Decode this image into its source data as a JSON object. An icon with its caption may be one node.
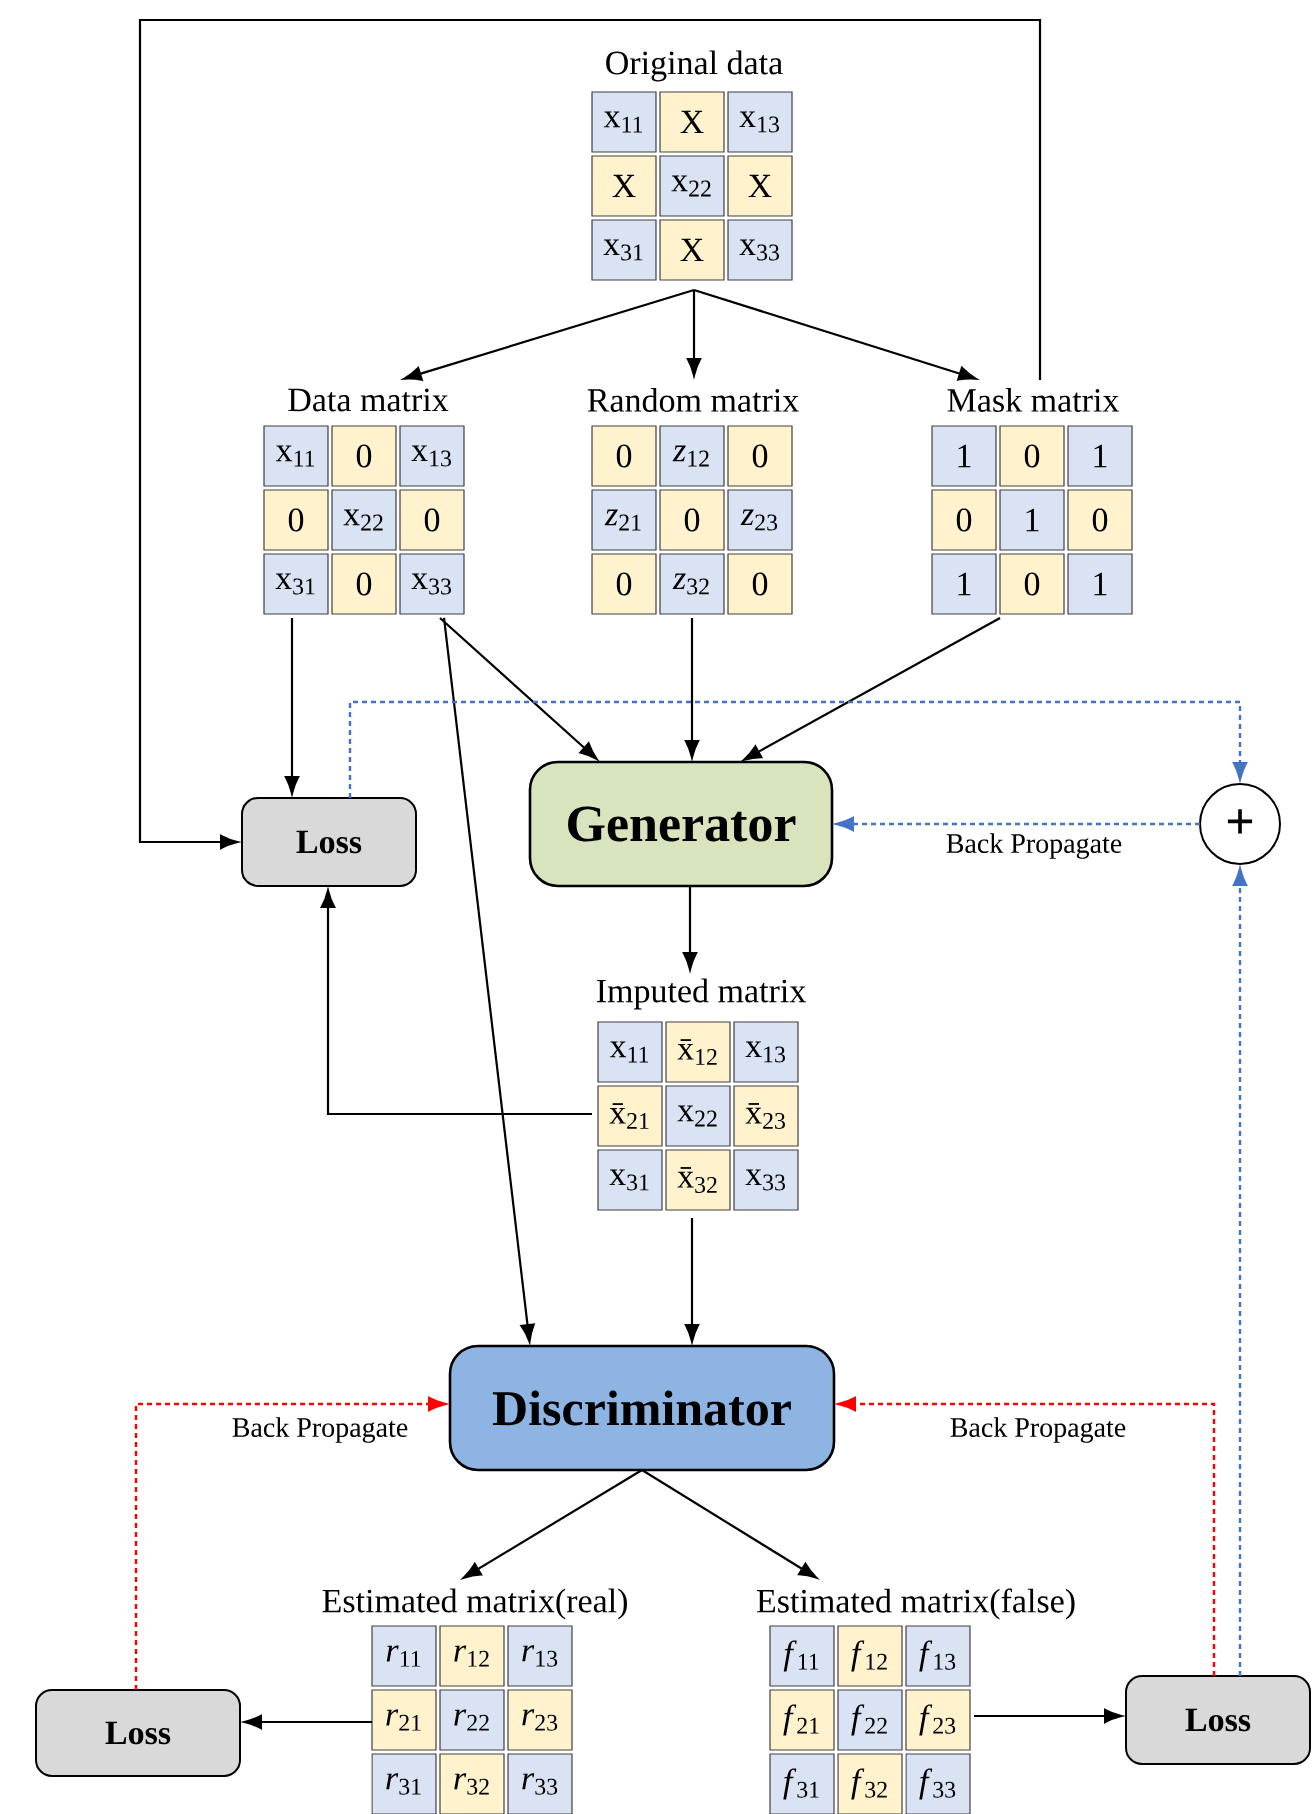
{
  "diagram": {
    "nodes": [
      {
        "text": [
          "Original data"
        ]
      },
      {
        "text": [
          "Data matrix"
        ]
      },
      {
        "text": [
          "Random matrix"
        ]
      },
      {
        "text": [
          "Mask matrix"
        ]
      },
      {
        "text": [
          "Loss"
        ]
      },
      {
        "text": [
          "Generator"
        ]
      },
      {
        "text": [
          "+"
        ]
      },
      {
        "text": [
          "Imputed matrix"
        ]
      },
      {
        "text": [
          "Discriminator"
        ]
      },
      {
        "text": [
          "Estimated matrix(real)"
        ]
      },
      {
        "text": [
          "Estimated matrix(false)"
        ]
      },
      {
        "text": [
          "Loss"
        ]
      },
      {
        "text": [
          "Loss"
        ]
      }
    ],
    "edges": [
      {
        "from": 0,
        "to": 1,
        "arrow": "to"
      },
      {
        "from": 0,
        "to": 2,
        "arrow": "to"
      },
      {
        "from": 0,
        "to": 3,
        "arrow": "to"
      },
      {
        "from": 3,
        "to": 4,
        "arrow": "to"
      },
      {
        "from": 1,
        "to": 4,
        "arrow": "to"
      },
      {
        "from": 1,
        "to": 5,
        "arrow": "to"
      },
      {
        "from": 2,
        "to": 5,
        "arrow": "to"
      },
      {
        "from": 3,
        "to": 5,
        "arrow": "to"
      },
      {
        "from": 1,
        "to": 8,
        "arrow": "to"
      },
      {
        "from": 5,
        "to": 7,
        "arrow": "to"
      },
      {
        "from": 7,
        "to": 4,
        "arrow": "to"
      },
      {
        "from": 7,
        "to": 8,
        "arrow": "to"
      },
      {
        "from": 8,
        "to": 9,
        "arrow": "to"
      },
      {
        "from": 8,
        "to": 10,
        "arrow": "to"
      },
      {
        "from": 9,
        "to": 11,
        "arrow": "to"
      },
      {
        "from": 10,
        "to": 12,
        "arrow": "to"
      },
      {
        "from": 12,
        "to": 6,
        "arrow": "to",
        "style": "dashed",
        "color": "#4472c4"
      },
      {
        "from": 6,
        "to": 5,
        "arrow": "to",
        "label": "Back Propagate",
        "style": "dashed",
        "color": "#4472c4"
      },
      {
        "from": 4,
        "to": 6,
        "arrow": "to",
        "style": "dashed",
        "color": "#4472c4"
      },
      {
        "from": 11,
        "to": 8,
        "arrow": "to",
        "label": "Back Propagate",
        "style": "dashed",
        "color": "#ff0000"
      },
      {
        "from": 12,
        "to": 8,
        "arrow": "to",
        "label": "Back Propagate",
        "style": "dashed",
        "color": "#ff0000"
      }
    ],
    "labels": [
      "x$_{11}$",
      "X",
      "x$_{13}$",
      "X",
      "x$_{22}$",
      "X",
      "x$_{31}$",
      "X",
      "x$_{33}$",
      "x$_{11}$",
      "0",
      "x$_{13}$",
      "0",
      "x$_{22}$",
      "0",
      "x$_{31}$",
      "0",
      "x$_{33}$",
      "0",
      "*z*$_{12}$",
      "0",
      "*z*$_{21}$",
      "0",
      "*z*$_{23}$",
      "0",
      "*z*$_{32}$",
      "0",
      "1",
      "0",
      "1",
      "0",
      "1",
      "0",
      "1",
      "0",
      "1",
      "x$_{11}$",
      "x̄$_{12}$",
      "x$_{13}$",
      "x̄$_{21}$",
      "x$_{22}$",
      "x̄$_{23}$",
      "x$_{31}$",
      "x̄$_{32}$",
      "x$_{33}$",
      "*r*$_{11}$",
      "*r*$_{12}$",
      "*r*$_{13}$",
      "*r*$_{21}$",
      "*r*$_{22}$",
      "*r*$_{23}$",
      "*r*$_{31}$",
      "*r*$_{32}$",
      "*r*$_{33}$",
      "*f*$_{11}$",
      "*f*$_{12}$",
      "*f*$_{13}$",
      "*f*$_{21}$",
      "*f*$_{22}$",
      "*f*$_{23}$",
      "*f*$_{31}$",
      "*f*$_{32}$",
      "*f*$_{33}$"
    ]
  }
}
